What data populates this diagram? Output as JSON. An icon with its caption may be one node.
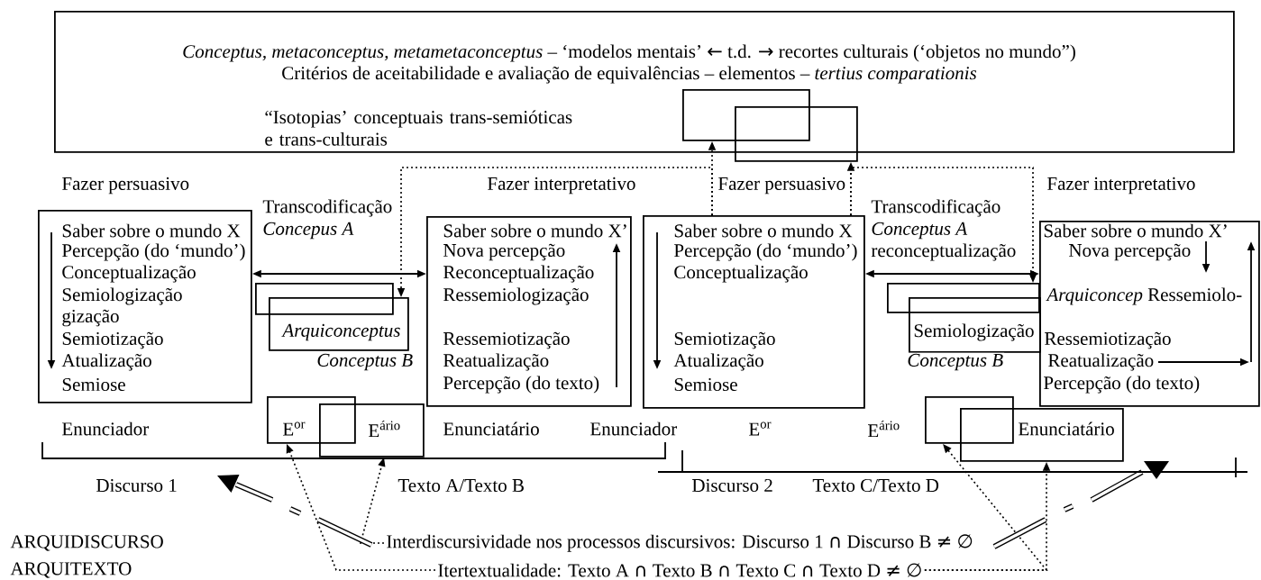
{
  "diagram": {
    "nodes": [
      {
        "text": [
          "*Conceptus, metaconceptus, metametaconceptus* – ‘modelos mentais’ ← t.d. → recortes culturais (‘objetos no mundo”)",
          "Critérios de aceitabilidade e avaliação de equivalências – elementos – *tertius comparationis*",
          "“Isotopias’ conceptuais trans-semióticas e trans-culturais"
        ]
      },
      {
        "text": [],
        "shape": "box",
        "in": 0
      },
      {
        "text": [],
        "shape": "box"
      },
      {
        "text": [
          "Saber sobre o mundo X",
          "Percepção (do ‘mundo’)",
          "Conceptualização",
          "Semiologização",
          "gização",
          "Semiotização",
          "Atualização",
          "Semiose"
        ]
      },
      {
        "text": [],
        "shape": "box"
      },
      {
        "text": [
          "Arquiconceptus"
        ]
      },
      {
        "text": [
          "Saber sobre o mundo X’",
          "Nova percepção",
          "Reconceptualização",
          "Ressemiologização",
          "Ressemiotização",
          "Reatualização",
          "Percepção (do texto)"
        ]
      },
      {
        "text": [
          "Saber sobre o mundo X",
          "Percepção (do ‘mundo’)",
          "Conceptualização",
          "Semiotização",
          "Atualização",
          "Semiose"
        ]
      },
      {
        "text": [],
        "shape": "box"
      },
      {
        "text": [
          "Semiologização"
        ]
      },
      {
        "text": [
          "Saber sobre o mundo X’",
          "Nova percepção",
          "*Arquiconcep* Ressemiolo-",
          "Ressemiotização",
          "Reatualização",
          "Percepção (do texto)"
        ]
      },
      {
        "text": [
          "E$^{or}$"
        ]
      },
      {
        "text": [
          "E$^{ário}$"
        ]
      },
      {
        "text": [],
        "shape": "box"
      },
      {
        "text": [
          "Enunciatário"
        ]
      },
      {
        "text": [
          "Interdiscursividade nos processos discursivos: Discurso 1 ∩ Discurso B ≠ ∅"
        ]
      },
      {
        "text": [
          "Itertextualidade: Texto A ∩ Texto B ∩ Texto C ∩ Texto D ≠ ∅"
        ]
      }
    ],
    "edges": [
      {
        "from": 3,
        "to": 6,
        "arrow": "both"
      },
      {
        "from": 7,
        "to": 10,
        "arrow": "both"
      },
      {
        "from": 7,
        "to": 1,
        "arrow": "to",
        "style": "dashed"
      },
      {
        "from": 7,
        "to": 2,
        "arrow": "to",
        "style": "dashed"
      },
      {
        "from": 7,
        "to": 5,
        "arrow": "to",
        "style": "dashed"
      },
      {
        "from": 7,
        "to": 8,
        "arrow": "to",
        "style": "dashed"
      },
      {
        "from": 15,
        "to": 12,
        "arrow": "to",
        "style": "dashed"
      },
      {
        "from": 16,
        "to": 11,
        "arrow": "to",
        "style": "dashed"
      },
      {
        "from": 16,
        "to": 13,
        "arrow": "to",
        "style": "dashed"
      },
      {
        "from": 16,
        "to": 14,
        "arrow": "to",
        "style": "dashed"
      }
    ],
    "labels": [
      "Fazer persuasivo",
      "Fazer interpretativo",
      "Fazer persuasivo",
      "Fazer interpretativo",
      "Transcodificação",
      "Transcodificação",
      "Concepus A",
      "Conceptus A",
      "reconceptualização",
      "Conceptus B",
      "Conceptus B",
      "Enunciador",
      "Enunciatário",
      "Enunciador",
      "E$^{or}$",
      "E$^{ário}$",
      "Discurso 1",
      "Texto A/Texto B",
      "Discurso 2",
      "Texto C/Texto D",
      "ARQUIDISCURSO",
      "ARQUITEXTO"
    ]
  }
}
